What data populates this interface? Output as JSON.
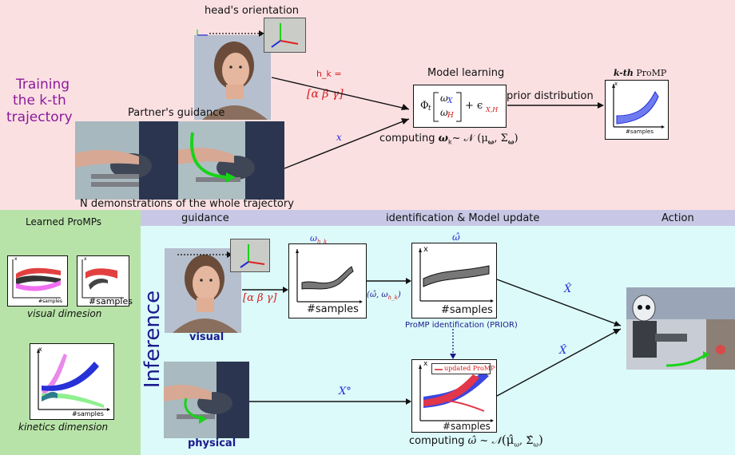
{
  "colors": {
    "top_bg": "#fbe0e2",
    "bottom_bg": "#dcfafa",
    "left_bg": "#b8e3a8",
    "header_bar": "#c8c8e6",
    "purple": "#8b1a9c",
    "navy": "#1a1a8c",
    "red": "#d81b1b",
    "blue": "#1f2bd8",
    "green": "#19d319"
  },
  "training": {
    "title_line1": "Training",
    "title_line2": "the k-th",
    "title_line3": "trajectory",
    "head_orientation": "head's orientation",
    "partner_guidance": "Partner's guidance",
    "n_demonstrations": "N demonstrations of the whole trajectory",
    "h_k_label": "h_k =",
    "angles_vector": "[α  β  γ]",
    "x_label": "x",
    "model_learning": "Model learning",
    "model_eq_phi": "Φ",
    "model_eq_t": "t",
    "model_eq_wx": "ω",
    "model_eq_wx_sub": "X",
    "model_eq_wh": "ω",
    "model_eq_wh_sub": "H",
    "model_eq_eps": "+ ϵ",
    "model_eq_eps_sub": "X,H",
    "computing_prefix": "computing",
    "computing_eq": "ω",
    "computing_eq_sub": "k",
    "computing_dist": "~ 𝒩 (μ",
    "computing_dist_rest": ", Σ",
    "computing_tail": ")",
    "prior_distribution": "prior distribution",
    "kth_title_italic": "k-th",
    "kth_title_rest": "ProMP",
    "kth_axis_y": "x",
    "kth_axis_x": "#samples"
  },
  "inference": {
    "vertical_label": "Inference",
    "header_guidance": "guidance",
    "header_identification": "identification & Model update",
    "header_action": "Action",
    "learned_promps": "Learned ProMPs",
    "visual_dimension": "visual dimesion",
    "kinetics_dimension": "kinetics dimension",
    "small_axis_x": "#samples",
    "small_axis_y": "x",
    "visual": "visual",
    "physical": "physical",
    "angles_short": "[α β γ]",
    "omega_hk": "ω",
    "omega_hk_sub": "h_k",
    "omega_hat": "ω̂",
    "pair_label": "(ω̂, ω",
    "pair_label_sub": "h_k",
    "pair_label_end": ")",
    "promp_identification": "ProMP identification (PRIOR)",
    "x_hat": "X̂",
    "x_o": "X°",
    "updated_promp": "updated ProMP",
    "computing_prefix": "computing",
    "computing_eq": "ω̂ ~ 𝒩",
    "computing_eq_rest": "(μ̂",
    "computing_eq_rest2": ", Σ̂",
    "computing_eq_end": ")",
    "axis_samples": "#samples",
    "axis_x": "x"
  }
}
